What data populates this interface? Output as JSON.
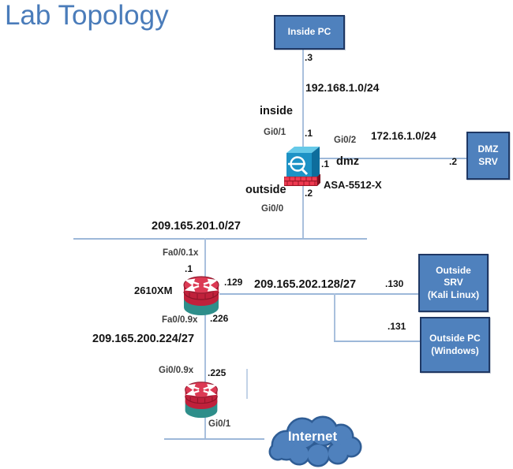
{
  "title": "Lab Topology",
  "colors": {
    "title_blue": "#4a7cba",
    "node_fill": "#4f81bd",
    "node_border": "#1f3864",
    "connector": "#9db8d9",
    "asa_front": "#1d92c5",
    "router_red": "#c0213b",
    "router_teal": "#2e8e8a",
    "brick_red": "#ef3b52"
  },
  "nodes": {
    "inside_pc": {
      "label": "Inside PC"
    },
    "dmz_srv": {
      "label": "DMZ\nSRV"
    },
    "outside_srv": {
      "label": "Outside\nSRV\n(Kali Linux)"
    },
    "outside_pc": {
      "label": "Outside PC\n(Windows)"
    },
    "internet": {
      "label": "Internet"
    },
    "asa": {
      "model": "ASA-5512-X"
    },
    "router1": {
      "model": "2610XM"
    }
  },
  "zones": {
    "inside": "inside",
    "dmz": "dmz",
    "outside": "outside"
  },
  "networks": {
    "inside": "192.168.1.0/24",
    "dmz": "172.16.1.0/24",
    "outside_201": "209.165.201.0/27",
    "outside_202": "209.165.202.128/27",
    "transit_200": "209.165.200.224/27"
  },
  "interfaces": {
    "asa_gi0_1": "Gi0/1",
    "asa_gi0_2": "Gi0/2",
    "asa_gi0_0": "Gi0/0",
    "r1_fa0_0_1x": "Fa0/0.1x",
    "r1_fa0_0_9x": "Fa0/0.9x",
    "r2_gi0_0_9x": "Gi0/0.9x",
    "r2_gi0_1": "Gi0/1"
  },
  "addresses": {
    "inside_pc": ".3",
    "asa_inside": ".1",
    "asa_dmz": ".1",
    "dmz_srv": ".2",
    "asa_outside": ".2",
    "r1_outside": ".1",
    "r1_202": ".129",
    "outside_srv": ".130",
    "outside_pc": ".131",
    "r1_transit": ".226",
    "r2_transit": ".225"
  }
}
